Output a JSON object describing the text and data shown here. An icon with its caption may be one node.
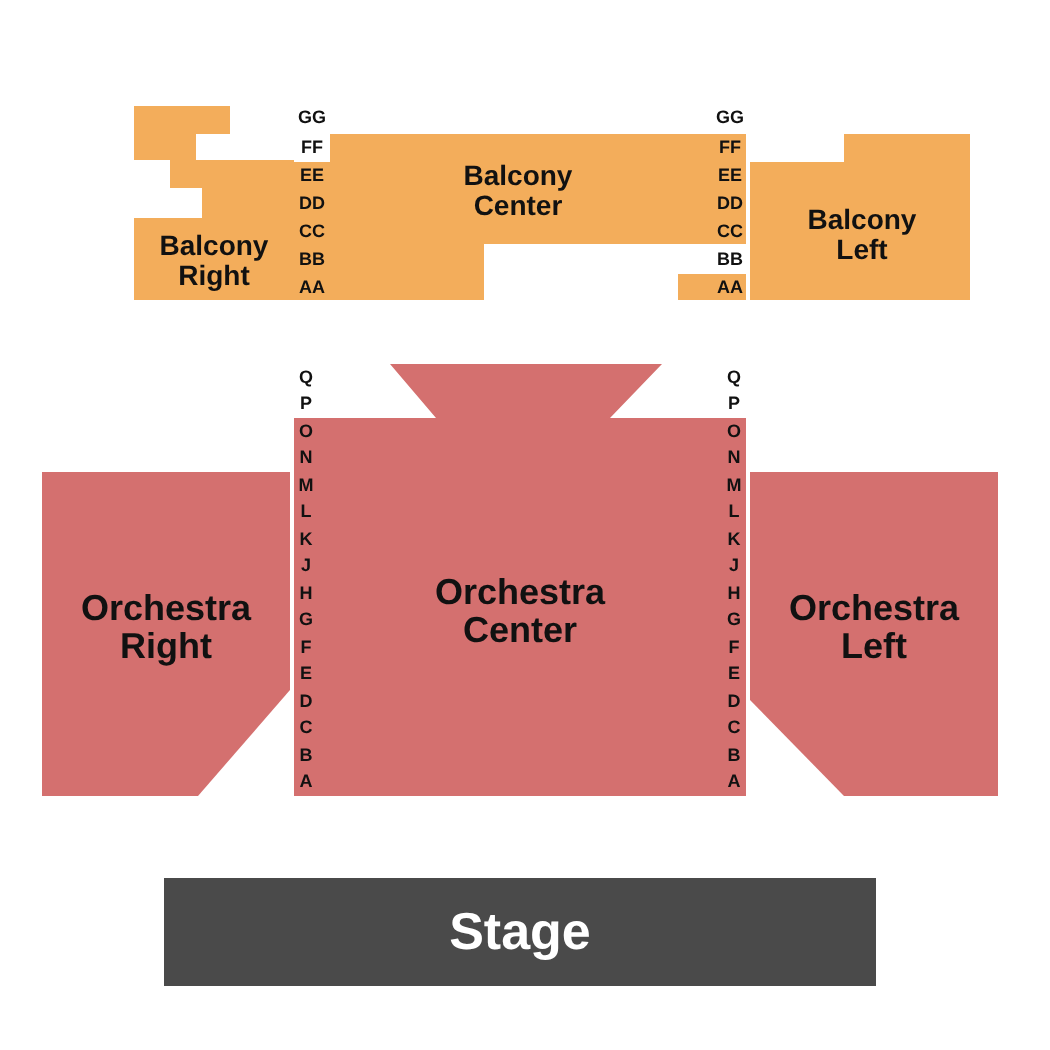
{
  "diagram": {
    "nodes": [
      {
        "text": [
          "Balcony Right"
        ]
      },
      {
        "text": [
          "Balcony Center"
        ]
      },
      {
        "text": [
          "Balcony Left"
        ]
      },
      {
        "text": [
          "Orchestra Right"
        ]
      },
      {
        "text": [
          "Orchestra Center"
        ]
      },
      {
        "text": [
          "Orchestra Left"
        ]
      },
      {
        "text": [
          "Stage"
        ]
      }
    ],
    "labels": [
      "GG",
      "GG",
      "FF",
      "FF",
      "EE",
      "EE",
      "DD",
      "DD",
      "CC",
      "CC",
      "BB",
      "BB",
      "AA",
      "AA",
      "Q",
      "Q",
      "P",
      "P",
      "O",
      "O",
      "N",
      "N",
      "M",
      "M",
      "L",
      "L",
      "K",
      "K",
      "J",
      "J",
      "H",
      "H",
      "G",
      "G",
      "F",
      "F",
      "E",
      "E",
      "D",
      "D",
      "C",
      "C",
      "B",
      "B",
      "A",
      "A"
    ]
  }
}
